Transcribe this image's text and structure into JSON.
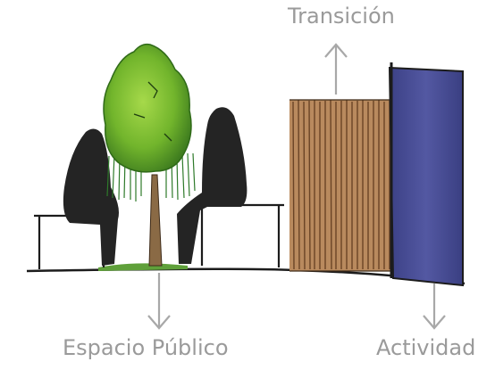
{
  "labels": {
    "transicion": "Transición",
    "espacio_publico": "Espacio Público",
    "actividad": "Actividad"
  },
  "colors": {
    "label_gray": "#9a9a9a",
    "arrow_gray": "#a8a8a8",
    "ink": "#1c1c1c",
    "tree_green": "#7cbf2f",
    "tree_dark_green": "#3f7d1f",
    "trunk": "#8a6a45",
    "grass": "#5fa03a",
    "wood_fence": "#b98a5e",
    "wood_dark": "#6a4426",
    "blue_wall": "#4a4f95",
    "blue_wall_dark": "#2d316d"
  }
}
